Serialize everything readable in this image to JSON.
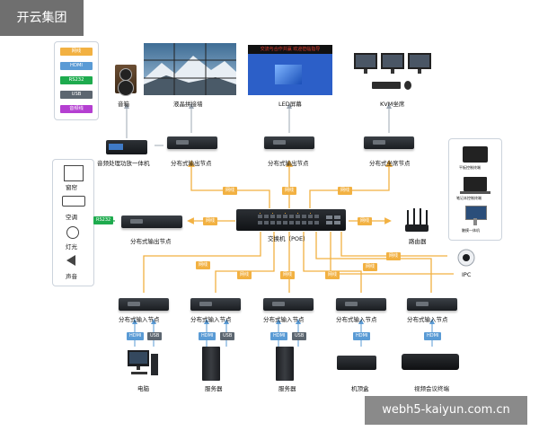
{
  "brand": "开云集团",
  "watermark": "webh5-kaiyun.com.cn",
  "legend": {
    "items": [
      {
        "label": "网线",
        "color": "#f2b142"
      },
      {
        "label": "HDMI",
        "color": "#5a9bd5"
      },
      {
        "label": "RS232",
        "color": "#1eab4e"
      },
      {
        "label": "USB",
        "color": "#5c6670"
      },
      {
        "label": "音频线",
        "color": "#b43fd1"
      }
    ]
  },
  "top_devices": {
    "speaker": "音箱",
    "video_wall": "液晶拼接墙",
    "led_screen": "LED屏幕",
    "led_marquee": "交流与合作共赢 欢迎莅临指导",
    "kvm": "KVM坐席"
  },
  "top_row": {
    "audio_unit": "音频处理功放一体机",
    "output_node_1": "分布式输出节点",
    "output_node_2": "分布式输出节点",
    "seat_node": "分布式坐席节点"
  },
  "middle_row": {
    "output_node_left": "分布式输出节点",
    "switch": "交换机（POE）",
    "router": "路由器",
    "ipc": "IPC"
  },
  "left_panel": {
    "items": [
      "窗帘",
      "空调",
      "灯光",
      "声音"
    ]
  },
  "right_panel": {
    "items": [
      "平板控制终端",
      "笔记本控制终端",
      "触摸一体机"
    ]
  },
  "input_nodes": {
    "label": "分布式输入节点",
    "count": 5
  },
  "sources": {
    "items": [
      "电脑",
      "服务器",
      "服务器",
      "机顶盒",
      "视频会议终端"
    ]
  },
  "tags": {
    "net": "网线",
    "hdmi": "HDMI",
    "usb": "USB",
    "rs232": "RS232"
  },
  "colors": {
    "network_line": "#f2b142",
    "hdmi_line": "#5a9bd5",
    "usb_line": "#5c6670",
    "rs232_line": "#1eab4e"
  }
}
